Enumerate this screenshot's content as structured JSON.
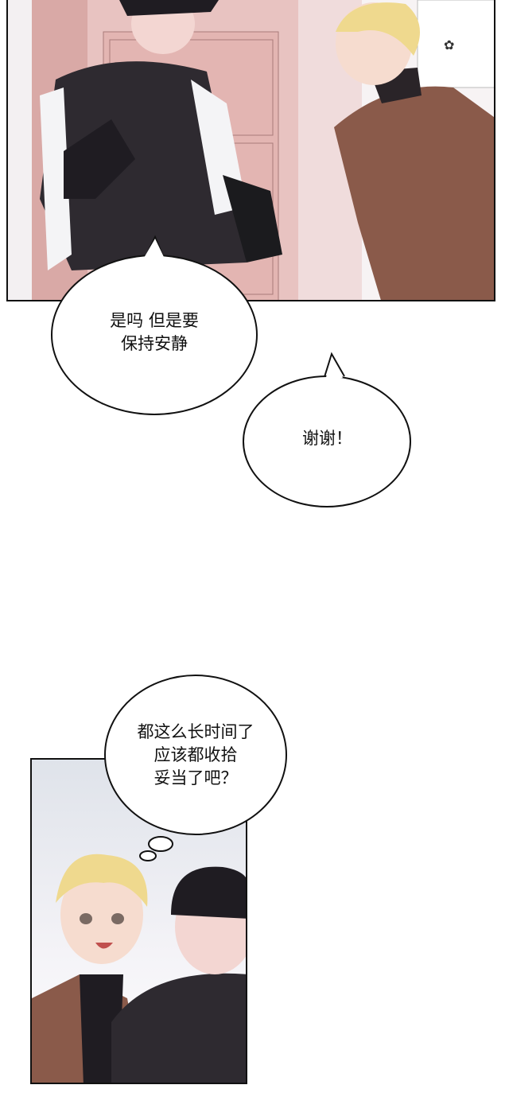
{
  "panels": [
    {
      "id": "hallway-scene",
      "description_icon": "comic-panel"
    },
    {
      "id": "two-characters-scene",
      "description_icon": "comic-panel"
    }
  ],
  "speech_bubbles": [
    {
      "lines": [
        "是吗 但是要",
        "保持安静"
      ]
    },
    {
      "lines": [
        "谢谢！"
      ]
    },
    {
      "lines": [
        "都这么长时间了",
        "应该都收拾",
        "妥当了吧？"
      ]
    }
  ],
  "colors": {
    "wall": "#e8c3c1",
    "jacket": "#8a5a4a",
    "vest": "#2e2a30",
    "hair": "#efd98e",
    "sky": "#dfe3ea"
  }
}
